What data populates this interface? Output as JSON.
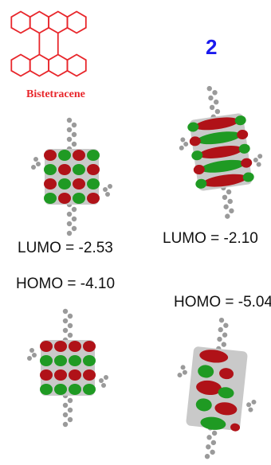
{
  "structure": {
    "compound_name": "Bistetracene"
  },
  "compound_number": "2",
  "orbitals": {
    "left_lumo": "LUMO = -2.53",
    "right_lumo": "LUMO = -2.10",
    "left_homo": "HOMO = -4.10",
    "right_homo": "HOMO = -5.04"
  },
  "colors": {
    "structure_line": "#e8262b",
    "compound_number": "#1a1aee",
    "lobe_positive": "#b01218",
    "lobe_negative": "#1f9a23",
    "atom_gray": "#9a9a9a"
  }
}
